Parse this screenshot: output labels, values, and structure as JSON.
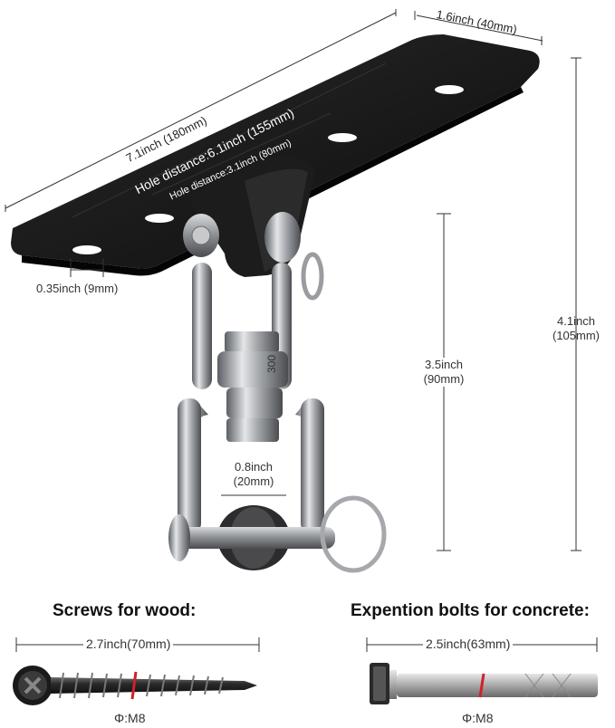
{
  "plate": {
    "length_label": "7.1inch (180mm)",
    "width_label": "1.6inch (40mm)",
    "hole_distance_outer": "Hole distance:6.1inch (155mm)",
    "hole_distance_inner": "Hole distance:3.1inch (80mm)",
    "hole_diameter": "0.35inch (9mm)"
  },
  "heights": {
    "total_line1": "4.1inch",
    "total_line2": "(105mm)",
    "swivel_line1": "3.5inch",
    "swivel_line2": "(90mm)",
    "opening_line1": "0.8inch",
    "opening_line2": "(20mm)"
  },
  "wood": {
    "heading": "Screws for wood:",
    "length_label": "2.7inch(70mm)",
    "spec": "Φ:M8"
  },
  "concrete": {
    "heading": "Expention bolts for concrete:",
    "length_label": "2.5inch(63mm)",
    "spec": "Φ:M8"
  },
  "colors": {
    "plate": "#141414",
    "steel": "#9a9ca0",
    "dimension_line": "#333333",
    "thread_mark": "#d0202a"
  }
}
